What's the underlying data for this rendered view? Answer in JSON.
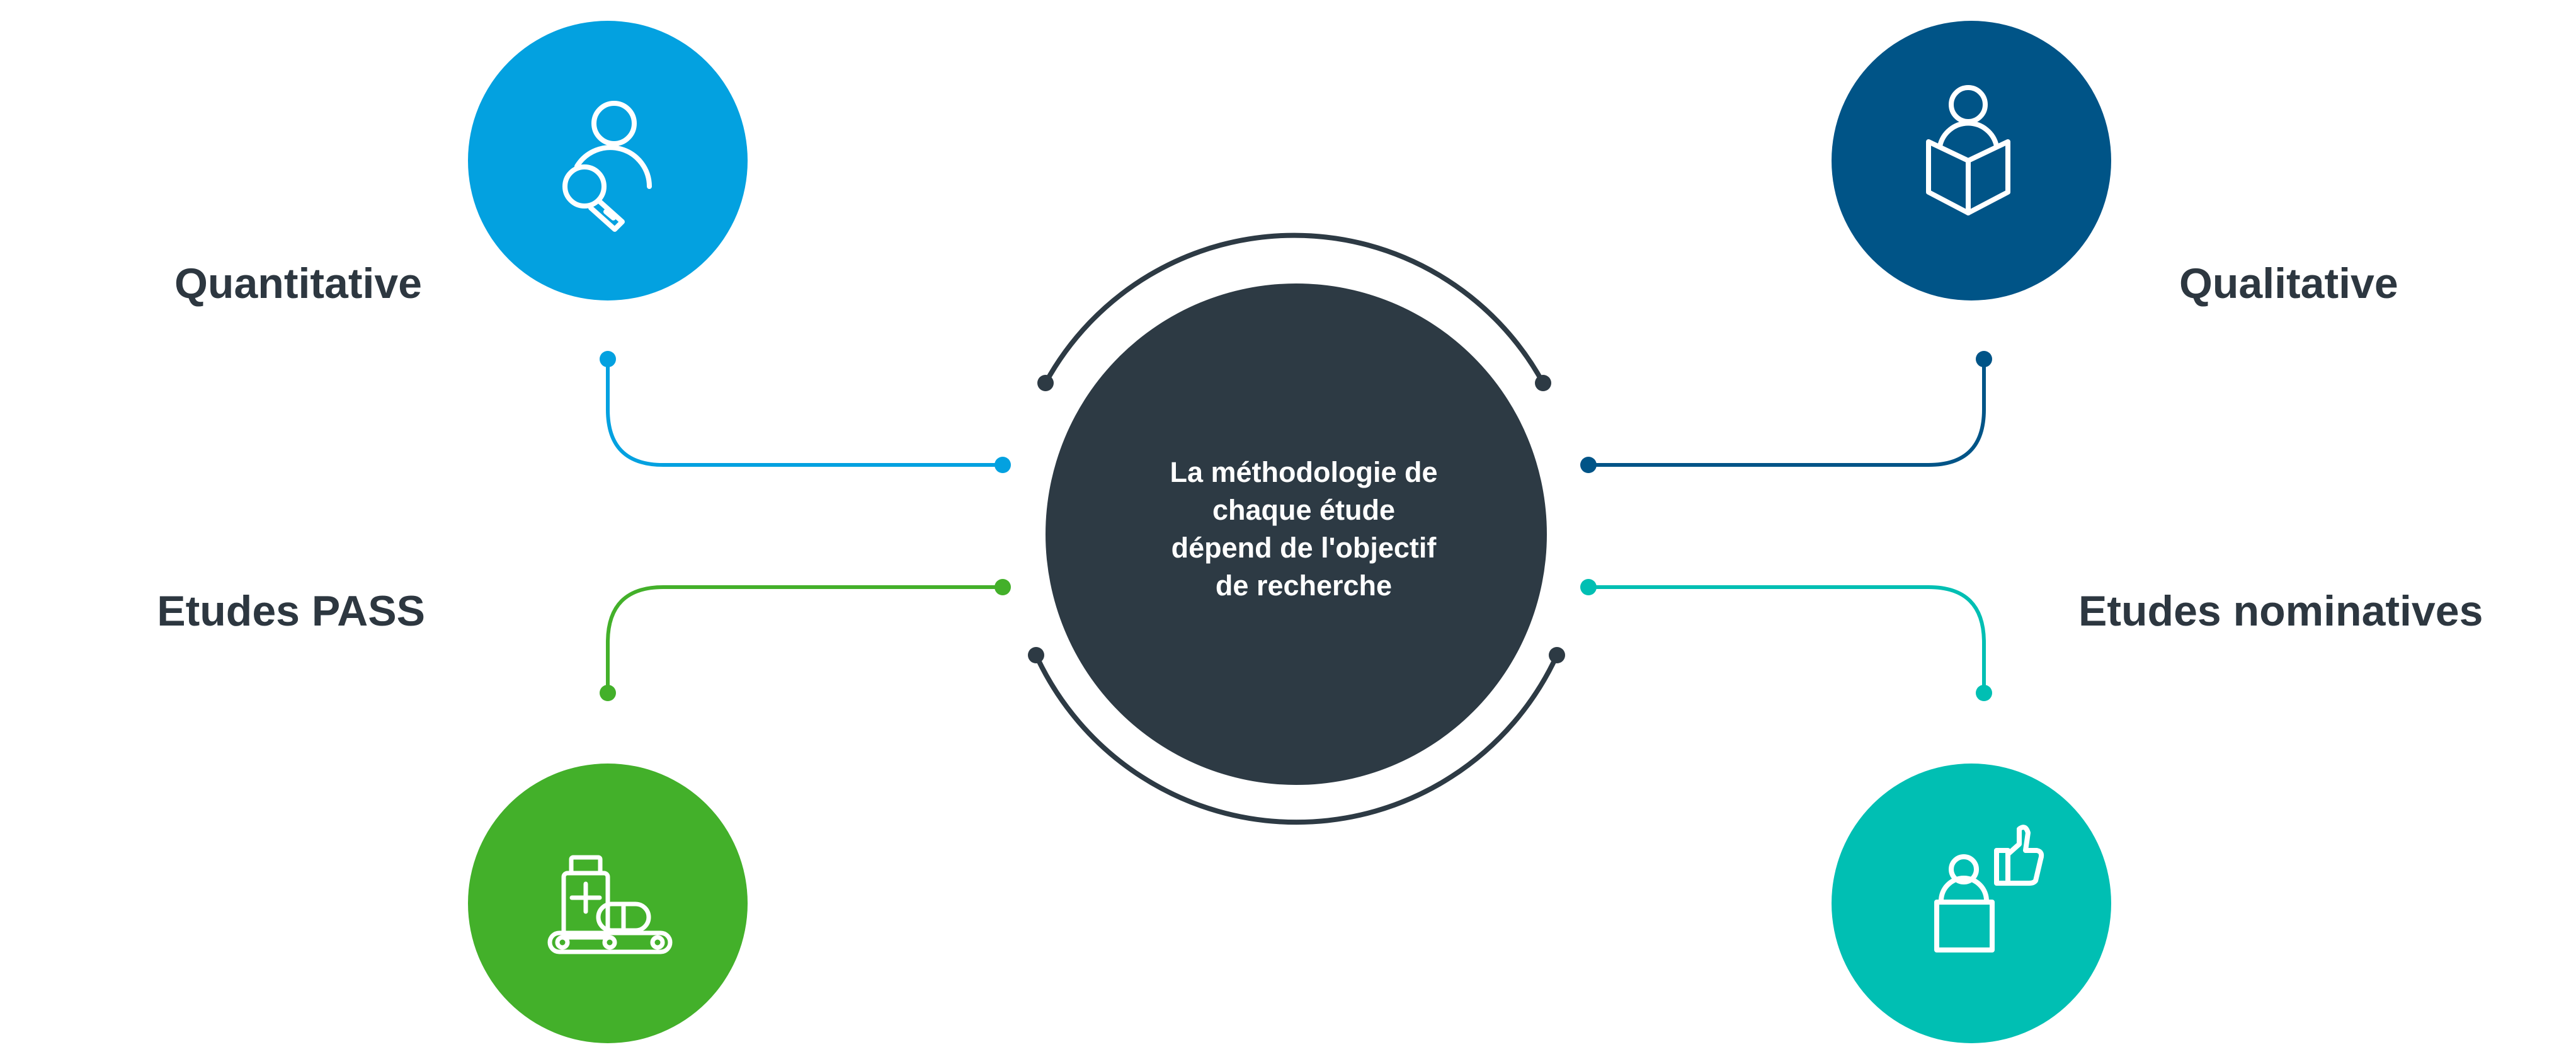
{
  "colors": {
    "text_dark": "#2d3740",
    "center_circle": "#2d3a44",
    "quantitative": "#03a1e0",
    "qualitative": "#005487",
    "pass": "#43b02a",
    "nominatives": "#00bfb3",
    "white": "#ffffff"
  },
  "center": {
    "lines": [
      "La méthodologie de",
      "chaque étude",
      "dépend de l'objectif",
      "de recherche"
    ]
  },
  "nodes": [
    {
      "id": "quantitative",
      "label": "Quantitative",
      "color": "quantitative",
      "icon": "person-magnifier-icon"
    },
    {
      "id": "qualitative",
      "label": "Qualitative",
      "color": "qualitative",
      "icon": "person-reading-book-icon"
    },
    {
      "id": "pass",
      "label": "Etudes PASS",
      "color": "pass",
      "icon": "medicine-conveyor-icon"
    },
    {
      "id": "nominatives",
      "label": "Etudes nominatives",
      "color": "nominatives",
      "icon": "person-thumbs-up-icon"
    }
  ]
}
